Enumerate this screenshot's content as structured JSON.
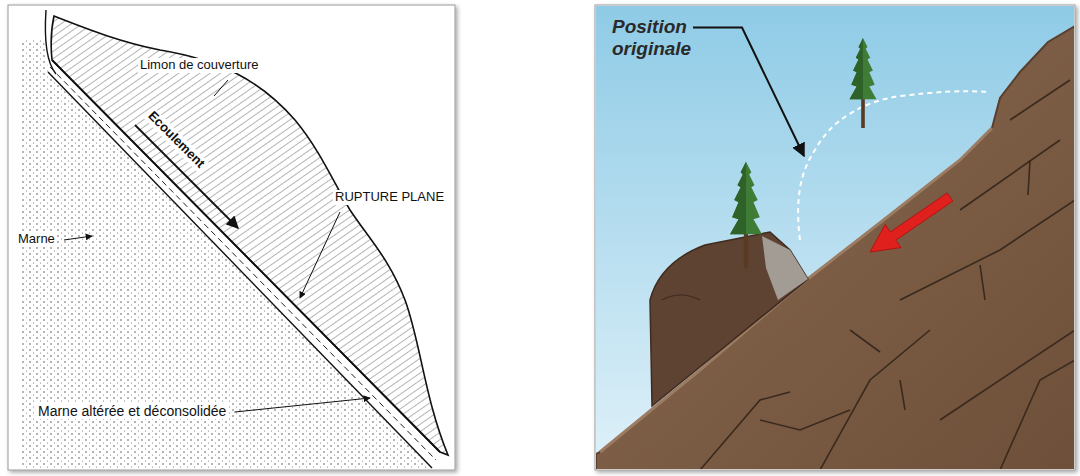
{
  "diagram": {
    "labels": [
      "Limon de couverture",
      "Ecoulement",
      "RUPTURE PLANE",
      "Marne",
      "Marne altérée et déconsolidée",
      "Position originale"
    ]
  }
}
